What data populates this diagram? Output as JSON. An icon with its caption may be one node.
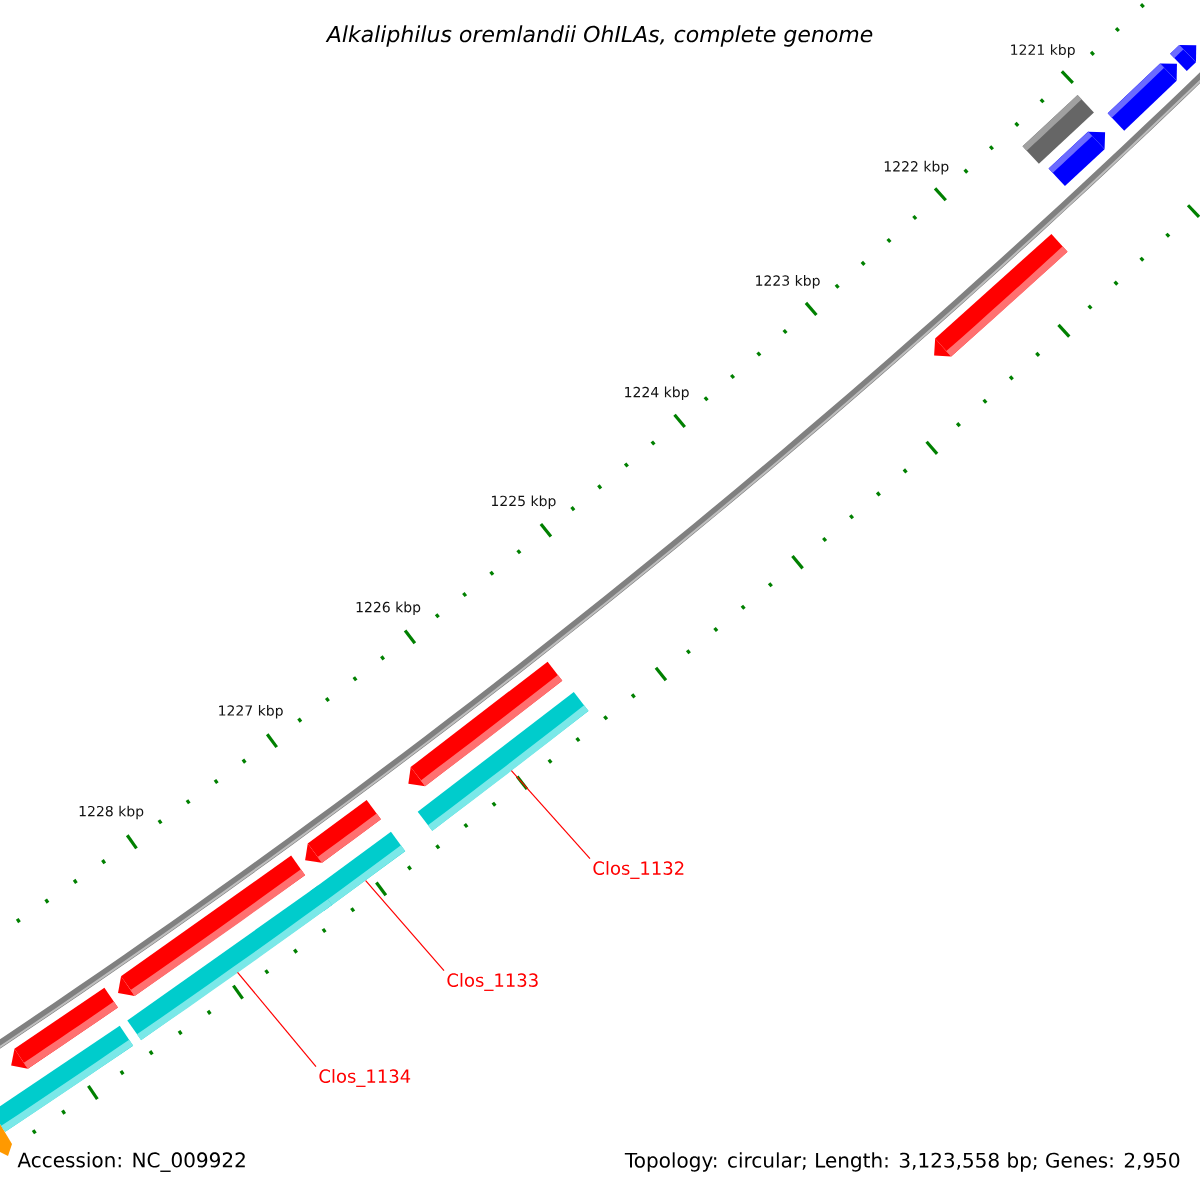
{
  "diagram": {
    "title": "Alkaliphilus oremlandii OhILAs, complete genome",
    "nodes": [
      {
        "text": [],
        "shape": "bar"
      },
      {
        "text": [],
        "shape": "bar"
      },
      {
        "text": [],
        "shape": "bar"
      },
      {
        "text": [],
        "shape": "bar"
      },
      {
        "text": [],
        "shape": "bar"
      },
      {
        "text": [],
        "shape": "bar"
      },
      {
        "text": [],
        "shape": "bar"
      },
      {
        "text": [],
        "shape": "bar"
      },
      {
        "text": [],
        "shape": "bar"
      },
      {
        "text": [],
        "shape": "bar"
      },
      {
        "text": [],
        "shape": "bar"
      },
      {
        "text": [],
        "shape": "bar"
      },
      {
        "text": [],
        "shape": "bar"
      },
      {
        "text": [
          "Clos_1132"
        ]
      },
      {
        "text": [
          "Clos_1133"
        ]
      },
      {
        "text": [
          "Clos_1134"
        ]
      }
    ],
    "edges": [
      {
        "from": 13,
        "to": 6,
        "arrow": "none"
      },
      {
        "from": 14,
        "to": 8,
        "arrow": "none"
      },
      {
        "from": 15,
        "to": 10,
        "arrow": "none"
      }
    ],
    "labels": [
      "1221 kbp",
      "1222 kbp",
      "1223 kbp",
      "1224 kbp",
      "1225 kbp",
      "1226 kbp",
      "1227 kbp",
      "1228 kbp",
      "Accession: NC_009922",
      "Topology: circular; Length: 3,123,558 bp; Genes: 2,950"
    ]
  }
}
